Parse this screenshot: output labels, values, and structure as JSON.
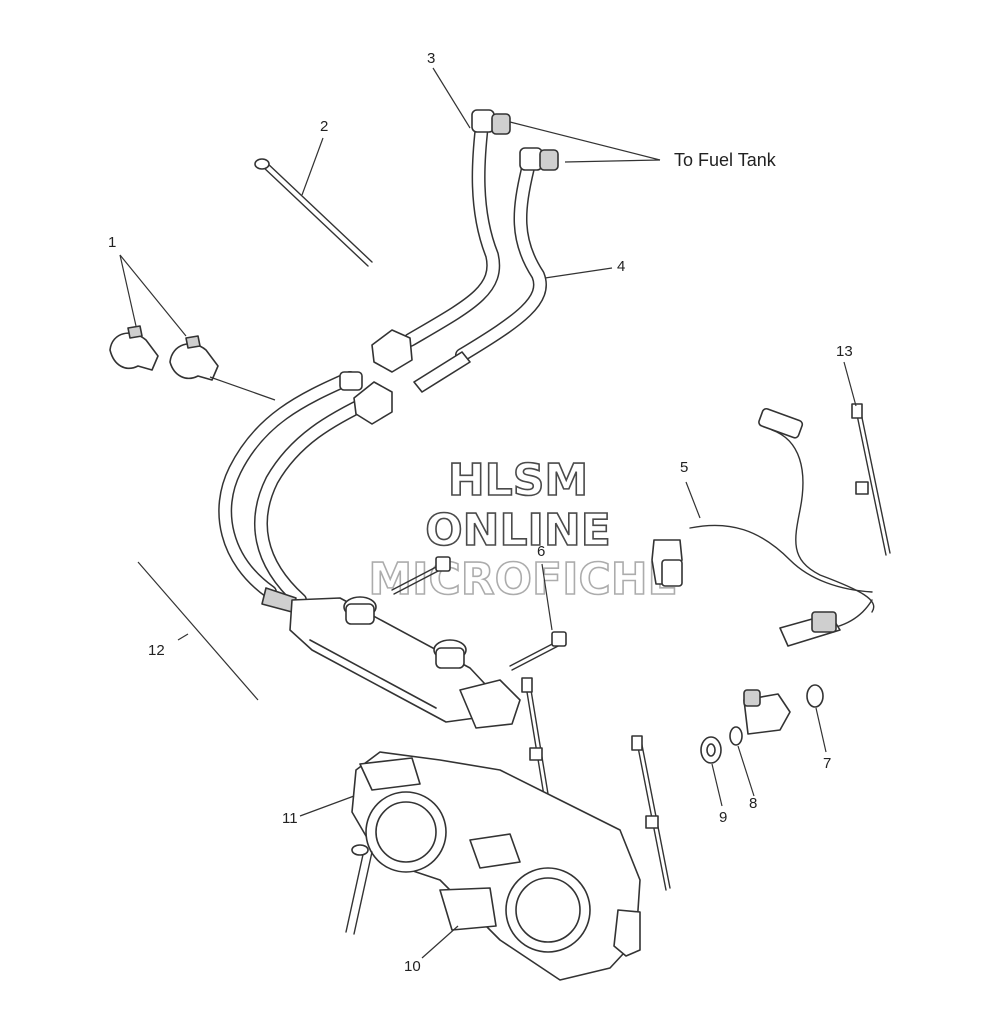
{
  "callouts": [
    "1",
    "2",
    "3",
    "4",
    "5",
    "6",
    "7",
    "8",
    "9",
    "10",
    "11",
    "12",
    "13"
  ],
  "note": "To Fuel Tank",
  "watermark": [
    "HLSM",
    "ONLINE",
    "MICROFICHE"
  ]
}
